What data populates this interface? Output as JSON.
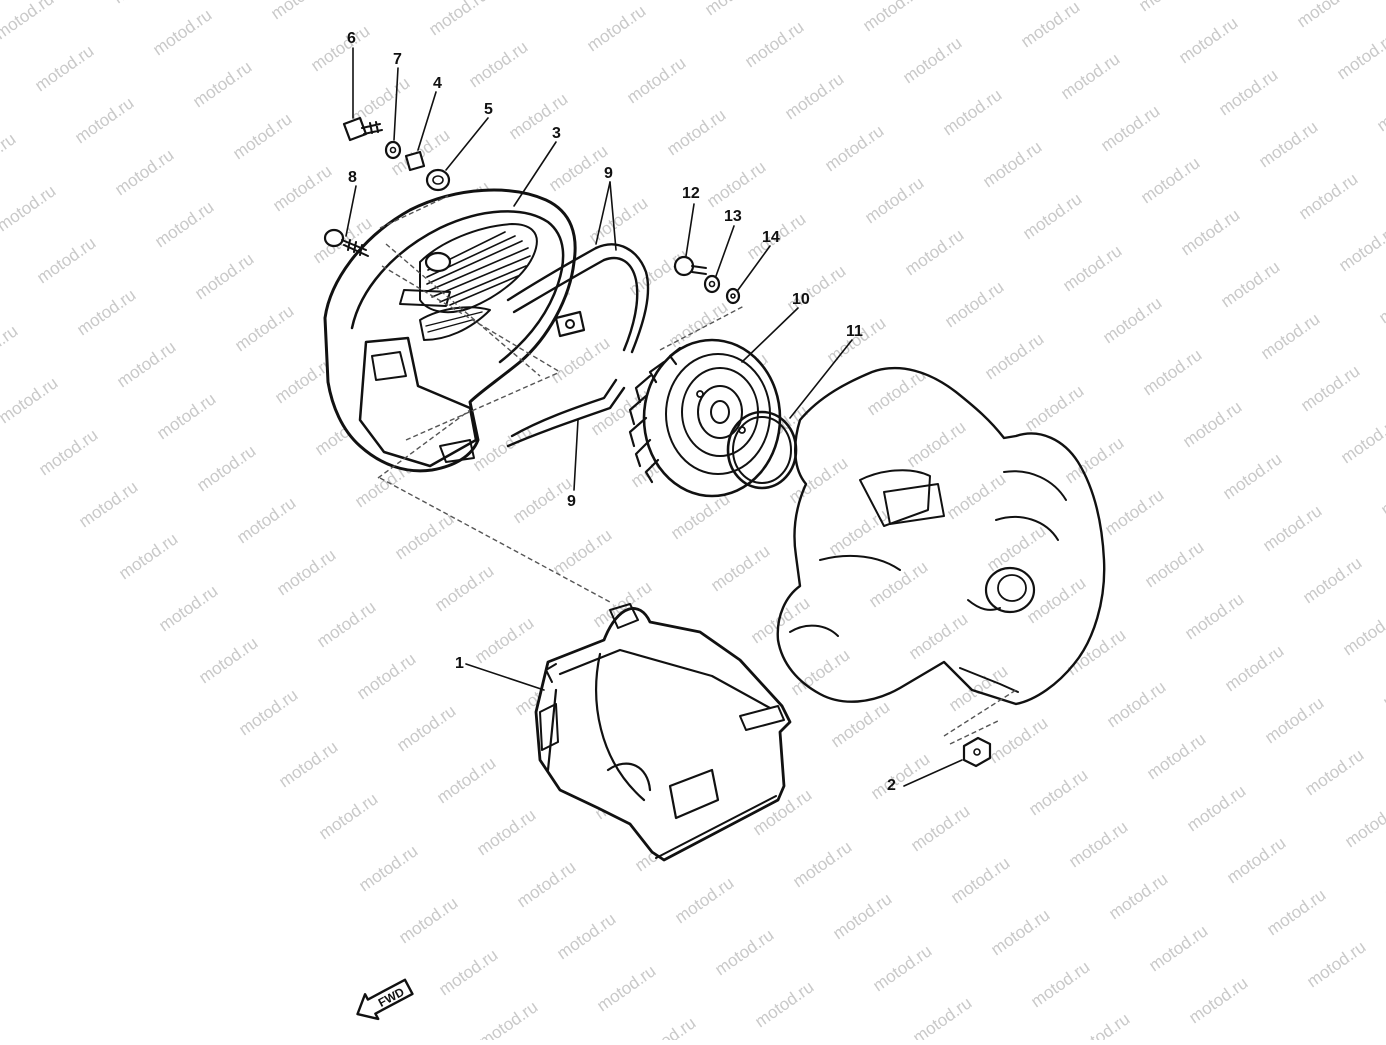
{
  "watermark": {
    "text": "motod.ru",
    "color": "#c9c9c9"
  },
  "diagram": {
    "callouts": [
      {
        "id": "c6",
        "text": "6"
      },
      {
        "id": "c7",
        "text": "7"
      },
      {
        "id": "c4",
        "text": "4"
      },
      {
        "id": "c5",
        "text": "5"
      },
      {
        "id": "c3",
        "text": "3"
      },
      {
        "id": "c8",
        "text": "8"
      },
      {
        "id": "c9a",
        "text": "9"
      },
      {
        "id": "c9b",
        "text": "9"
      },
      {
        "id": "c12",
        "text": "12"
      },
      {
        "id": "c13",
        "text": "13"
      },
      {
        "id": "c14",
        "text": "14"
      },
      {
        "id": "c10",
        "text": "10"
      },
      {
        "id": "c11",
        "text": "11"
      },
      {
        "id": "c1",
        "text": "1"
      },
      {
        "id": "c2",
        "text": "2"
      }
    ],
    "direction_arrow": {
      "text": "FWD"
    }
  }
}
